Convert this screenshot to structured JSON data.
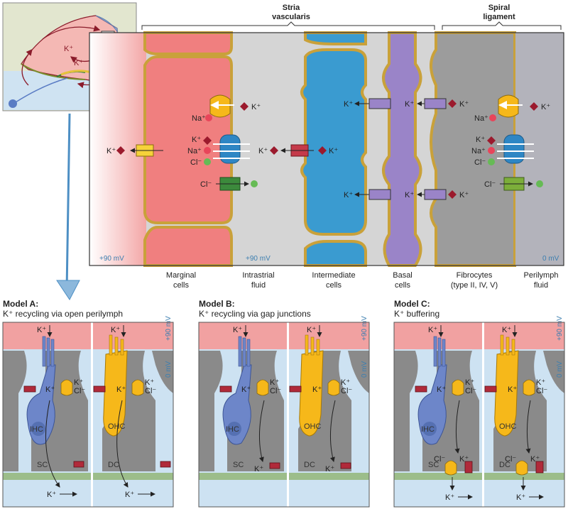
{
  "header": {
    "stria_line1": "Stria",
    "stria_line2": "vascularis",
    "spiral_line1": "Spiral",
    "spiral_line2": "ligament"
  },
  "potentials": {
    "left": "+90 mV",
    "intrastrial": "+90 mV",
    "right": "0 mV"
  },
  "ions": {
    "k": "K⁺",
    "na": "Na⁺",
    "cl": "Cl⁻"
  },
  "regions": [
    {
      "line1": "Marginal",
      "line2": "cells"
    },
    {
      "line1": "Intrastrial",
      "line2": "fluid"
    },
    {
      "line1": "Intermediate",
      "line2": "cells"
    },
    {
      "line1": "Basal",
      "line2": "cells"
    },
    {
      "line1": "Fibrocytes",
      "line2": "(type II, IV, V)"
    },
    {
      "line1": "Perilymph",
      "line2": "fluid"
    }
  ],
  "models": [
    {
      "title": "Model A:",
      "subtitle": "K⁺ recycling via open perilymph"
    },
    {
      "title": "Model B:",
      "subtitle": "K⁺ recycling via gap junctions"
    },
    {
      "title": "Model C:",
      "subtitle": "K⁺ buffering"
    }
  ],
  "panel": {
    "plus90": "+90 mV",
    "zero": "0 mV",
    "ihc": "IHC",
    "ohc": "OHC",
    "sc": "SC",
    "dc": "DC"
  },
  "colors": {
    "marginal": "#f07f7f",
    "intrastrial": "#d3d3d3",
    "intermediate": "#3a9bd0",
    "basal": "#9a84c8",
    "fibrocyte": "#9c9c9c",
    "membrane": "#c9a13a",
    "ihc": "#6d86c9",
    "ohc": "#f6b81a",
    "k_diamond": "#9b1a2d",
    "cl_dot": "#66bb55",
    "na_dot": "#e8455a"
  }
}
